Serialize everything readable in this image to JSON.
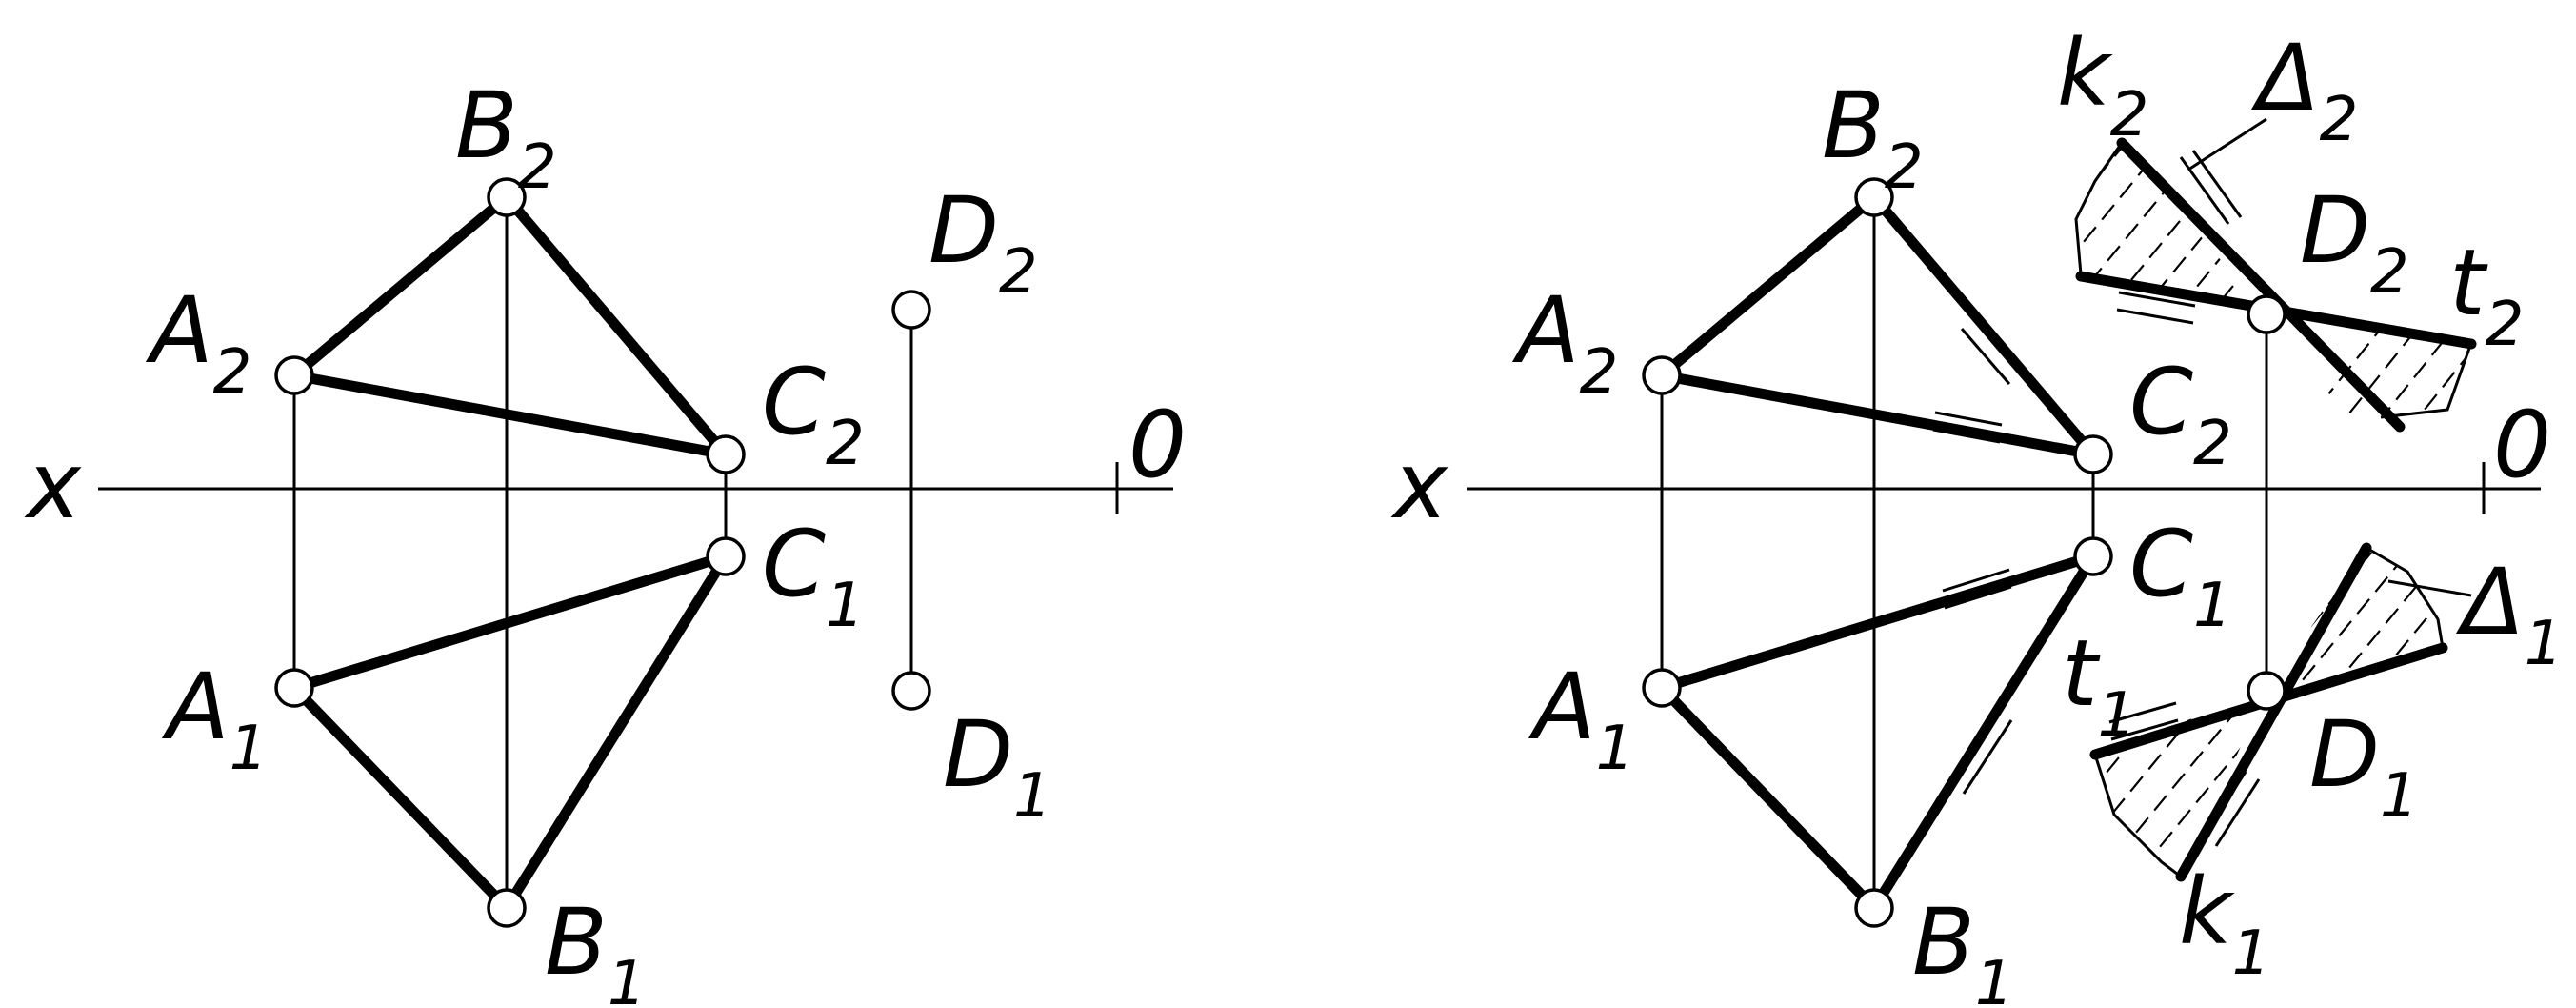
{
  "left_drawing": {
    "axis": {
      "x_label": "x",
      "o_label": "0"
    },
    "points": [
      {
        "id": "A2",
        "letter": "A",
        "index": "2"
      },
      {
        "id": "B2",
        "letter": "B",
        "index": "2"
      },
      {
        "id": "C2",
        "letter": "C",
        "index": "2"
      },
      {
        "id": "D2",
        "letter": "D",
        "index": "2"
      },
      {
        "id": "A1",
        "letter": "A",
        "index": "1"
      },
      {
        "id": "B1",
        "letter": "B",
        "index": "1"
      },
      {
        "id": "C1",
        "letter": "C",
        "index": "1"
      },
      {
        "id": "D1",
        "letter": "D",
        "index": "1"
      }
    ]
  },
  "right_drawing": {
    "axis": {
      "x_label": "x",
      "o_label": "0"
    },
    "points": [
      {
        "id": "A2",
        "letter": "A",
        "index": "2"
      },
      {
        "id": "B2",
        "letter": "B",
        "index": "2"
      },
      {
        "id": "C2",
        "letter": "C",
        "index": "2"
      },
      {
        "id": "D2",
        "letter": "D",
        "index": "2"
      },
      {
        "id": "A1",
        "letter": "A",
        "index": "1"
      },
      {
        "id": "B1",
        "letter": "B",
        "index": "1"
      },
      {
        "id": "C1",
        "letter": "C",
        "index": "1"
      },
      {
        "id": "D1",
        "letter": "D",
        "index": "1"
      }
    ],
    "lines": [
      {
        "id": "k2",
        "letter": "k",
        "index": "2"
      },
      {
        "id": "t2",
        "letter": "t",
        "index": "2"
      },
      {
        "id": "k1",
        "letter": "k",
        "index": "1"
      },
      {
        "id": "t1",
        "letter": "t",
        "index": "1"
      }
    ],
    "planes": [
      {
        "id": "delta2",
        "letter": "Δ",
        "index": "2"
      },
      {
        "id": "delta1",
        "letter": "Δ",
        "index": "1"
      }
    ]
  }
}
